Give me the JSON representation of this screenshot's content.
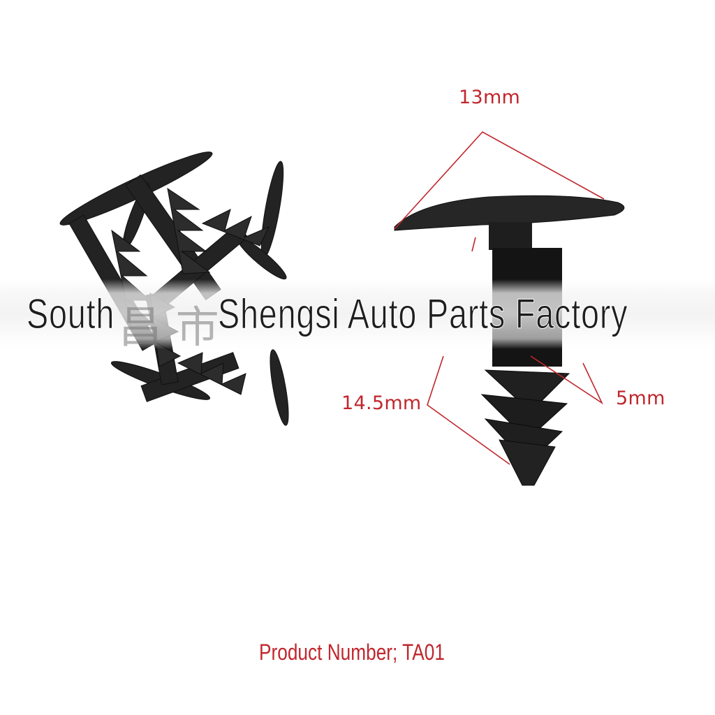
{
  "product_image": {
    "left_photo": "pile-of-black-push-rivet-clips",
    "right_photo": "single-black-push-rivet-clip"
  },
  "dimensions": {
    "head_diameter": "13mm",
    "shank_length": "14.5mm",
    "shank_diameter": "5mm"
  },
  "watermark": {
    "text_left": "South",
    "text_cjk": "昌 市",
    "text_main": "Shengsi Auto Parts Factory"
  },
  "footer": {
    "product_number": "Product Number; TA01"
  },
  "colors": {
    "annotation_red": "#c0272d",
    "part_black": "#1c1c1c",
    "background": "#ffffff"
  }
}
